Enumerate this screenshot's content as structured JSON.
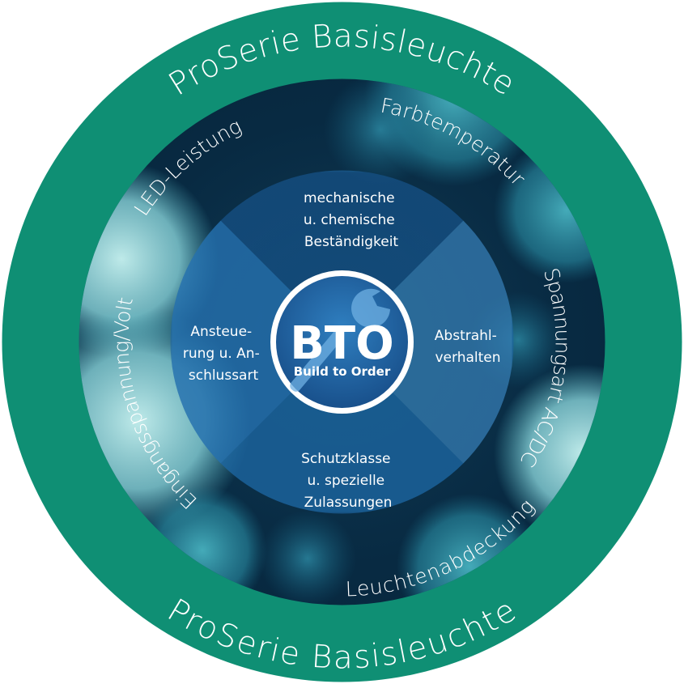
{
  "outer_ring": {
    "top_label": "ProSerie Basisleuchte",
    "bottom_label": "ProSerie Basisleuchte",
    "color": "#0f8f74"
  },
  "middle_ring": {
    "labels": [
      "LED-Leistung",
      "Farbtemperatur",
      "Spannungsart AC/DC",
      "Leuchtenabdeckung",
      "Eingangsspannung/Volt"
    ]
  },
  "inner_segments": {
    "top": [
      "mechanische",
      "u. chemische",
      "Beständigkeit"
    ],
    "right": [
      "Abstrahl-",
      "verhalten"
    ],
    "bottom": [
      "Schutzklasse",
      "u. spezielle",
      "Zulassungen"
    ],
    "left": [
      "Ansteue-",
      "rung u. An-",
      "schlussart"
    ]
  },
  "center": {
    "logo_text": "BTO",
    "subtitle": "Build to Order",
    "icon": "wrench-icon"
  },
  "colors": {
    "outer_ring": "#0f8f74",
    "bokeh_dark": "#041e33",
    "bokeh_teal": "#2a9bb0",
    "bokeh_light": "#a7e6ea",
    "inner_blue": "#1f6fb0",
    "center_blue": "#1b5d9c"
  }
}
